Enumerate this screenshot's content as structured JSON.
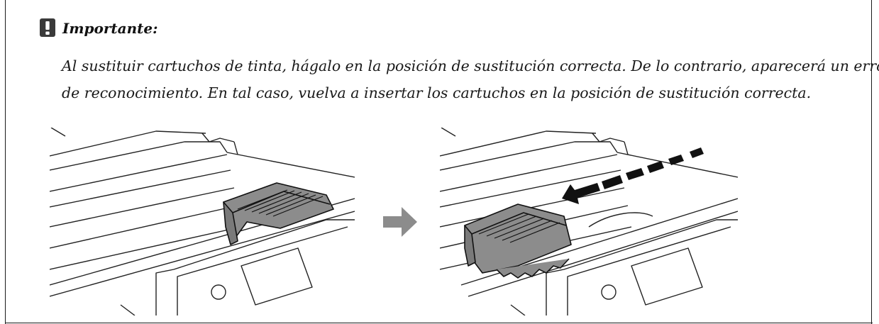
{
  "notice": {
    "icon": "warning-exclamation-icon",
    "title": "Importante:",
    "lines": [
      "Al sustituir cartuchos de tinta, hágalo en la posición de sustitución correcta. De lo contrario, aparecerá un error",
      "de reconocimiento. En tal caso, vuelva a insertar los cartuchos en la posición de sustitución correcta."
    ]
  },
  "illustrations": {
    "before": "printer-cartridge-wrong-position-illustration",
    "arrow": "right-arrow-icon",
    "after": "printer-cartridge-correct-position-illustration"
  },
  "colors": {
    "cartridge_fill": "#8c8c8c",
    "arrow": "#8c8c8c",
    "icon_bg": "#3a3a3a"
  }
}
